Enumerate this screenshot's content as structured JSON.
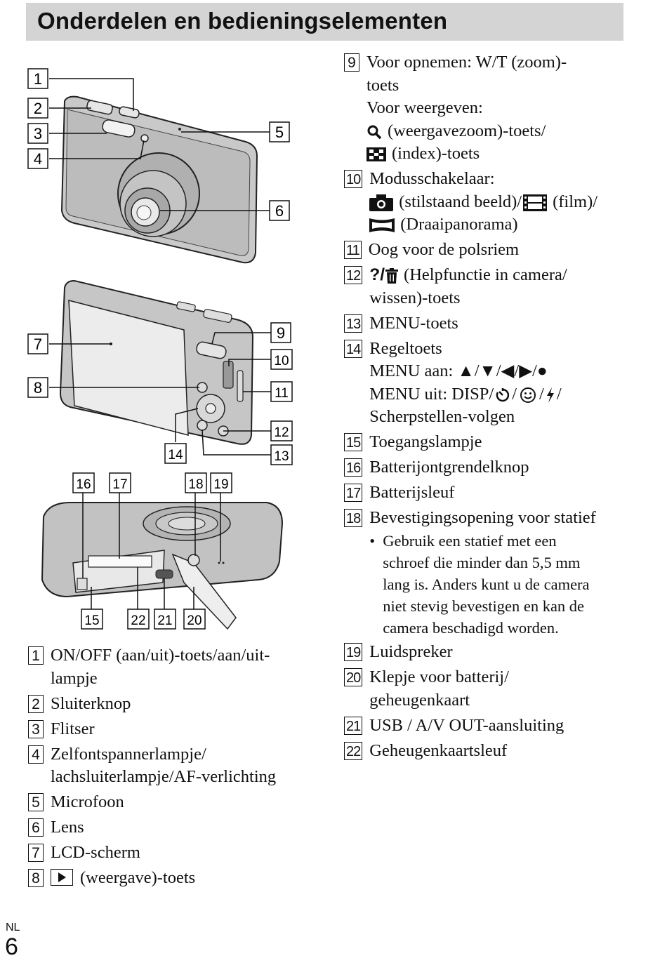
{
  "header": {
    "title": "Onderdelen en bedieningselementen"
  },
  "callouts": [
    "1",
    "2",
    "3",
    "4",
    "5",
    "6",
    "7",
    "8",
    "9",
    "10",
    "11",
    "12",
    "13",
    "14",
    "15",
    "16",
    "17",
    "18",
    "19",
    "20",
    "21",
    "22"
  ],
  "left_items": [
    {
      "num": "1",
      "lines": [
        "ON/OFF (aan/uit)-toets/aan/uit-",
        "lampje"
      ]
    },
    {
      "num": "2",
      "lines": [
        "Sluiterknop"
      ]
    },
    {
      "num": "3",
      "lines": [
        "Flitser"
      ]
    },
    {
      "num": "4",
      "lines": [
        "Zelfontspannerlampje/",
        "lachsluiterlampje/AF-verlichting"
      ]
    },
    {
      "num": "5",
      "lines": [
        "Microfoon"
      ]
    },
    {
      "num": "6",
      "lines": [
        "Lens"
      ]
    },
    {
      "num": "7",
      "lines": [
        "LCD-scherm"
      ]
    },
    {
      "num": "8",
      "text": "(weergave)-toets",
      "icon": "play-button-icon"
    }
  ],
  "right_items": {
    "i9": {
      "num": "9",
      "l1": "Voor opnemen: W/T (zoom)-",
      "l2": "toets",
      "l3": "Voor weergeven:",
      "l4": "(weergavezoom)-toets/",
      "l5": "(index)-toets",
      "icon_a": "magnifier-icon",
      "icon_b": "index-grid-icon"
    },
    "i10": {
      "num": "10",
      "l1": "Modusschakelaar:",
      "l2a": "(stilstaand beeld)/",
      "l2b": "(film)/",
      "l3": "(Draaipanorama)",
      "icon_a": "camera-icon",
      "icon_b": "film-icon",
      "icon_c": "panorama-icon"
    },
    "i11": {
      "num": "11",
      "l1": "Oog voor de polsriem"
    },
    "i12": {
      "num": "12",
      "l1a": "?/",
      "l1b": "(Helpfunctie in camera/",
      "l2": "wissen)-toets",
      "icon_a": "trash-icon"
    },
    "i13": {
      "num": "13",
      "l1": "MENU-toets"
    },
    "i14": {
      "num": "14",
      "l1": "Regeltoets",
      "l2": "MENU aan: ▲/▼/◀/▶/●",
      "l3a": "MENU uit: DISP/",
      "l3b": "/",
      "l3c": "/",
      "l3d": "/",
      "l4": "Scherpstellen-volgen",
      "icon_a": "self-timer-icon",
      "icon_b": "smile-icon",
      "icon_c": "flash-icon"
    },
    "i15": {
      "num": "15",
      "l1": "Toegangslampje"
    },
    "i16": {
      "num": "16",
      "l1": "Batterijontgrendelknop"
    },
    "i17": {
      "num": "17",
      "l1": "Batterijsleuf"
    },
    "i18": {
      "num": "18",
      "l1": "Bevestigingsopening voor statief",
      "b1": "Gebruik een statief met een",
      "b2": "schroef die minder dan 5,5 mm",
      "b3": "lang is. Anders kunt u de camera",
      "b4": "niet stevig bevestigen en kan de",
      "b5": "camera beschadigd worden."
    },
    "i19": {
      "num": "19",
      "l1": "Luidspreker"
    },
    "i20": {
      "num": "20",
      "l1": "Klepje voor batterij/",
      "l2": "geheugenkaart"
    },
    "i21": {
      "num": "21",
      "l1": "USB / A/V OUT-aansluiting"
    },
    "i22": {
      "num": "22",
      "l1": "Geheugenkaartsleuf"
    }
  },
  "footer": {
    "lang": "NL",
    "page": "6"
  }
}
